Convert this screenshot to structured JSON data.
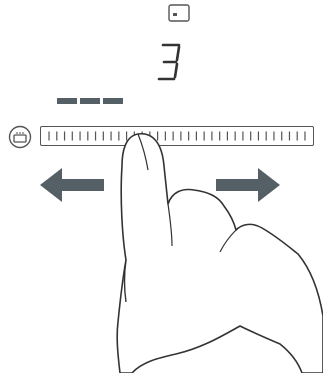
{
  "display": {
    "digit": "3",
    "dash_count": 3,
    "accent_color": "#555f66"
  },
  "icons": {
    "top": "display-icon",
    "left": "heat-element-icon",
    "arrow_left": "arrow-left-icon",
    "arrow_right": "arrow-right-icon",
    "gesture": "hand-swipe-icon"
  },
  "slider": {
    "tick_count": 34,
    "level_fraction": 0.36
  }
}
